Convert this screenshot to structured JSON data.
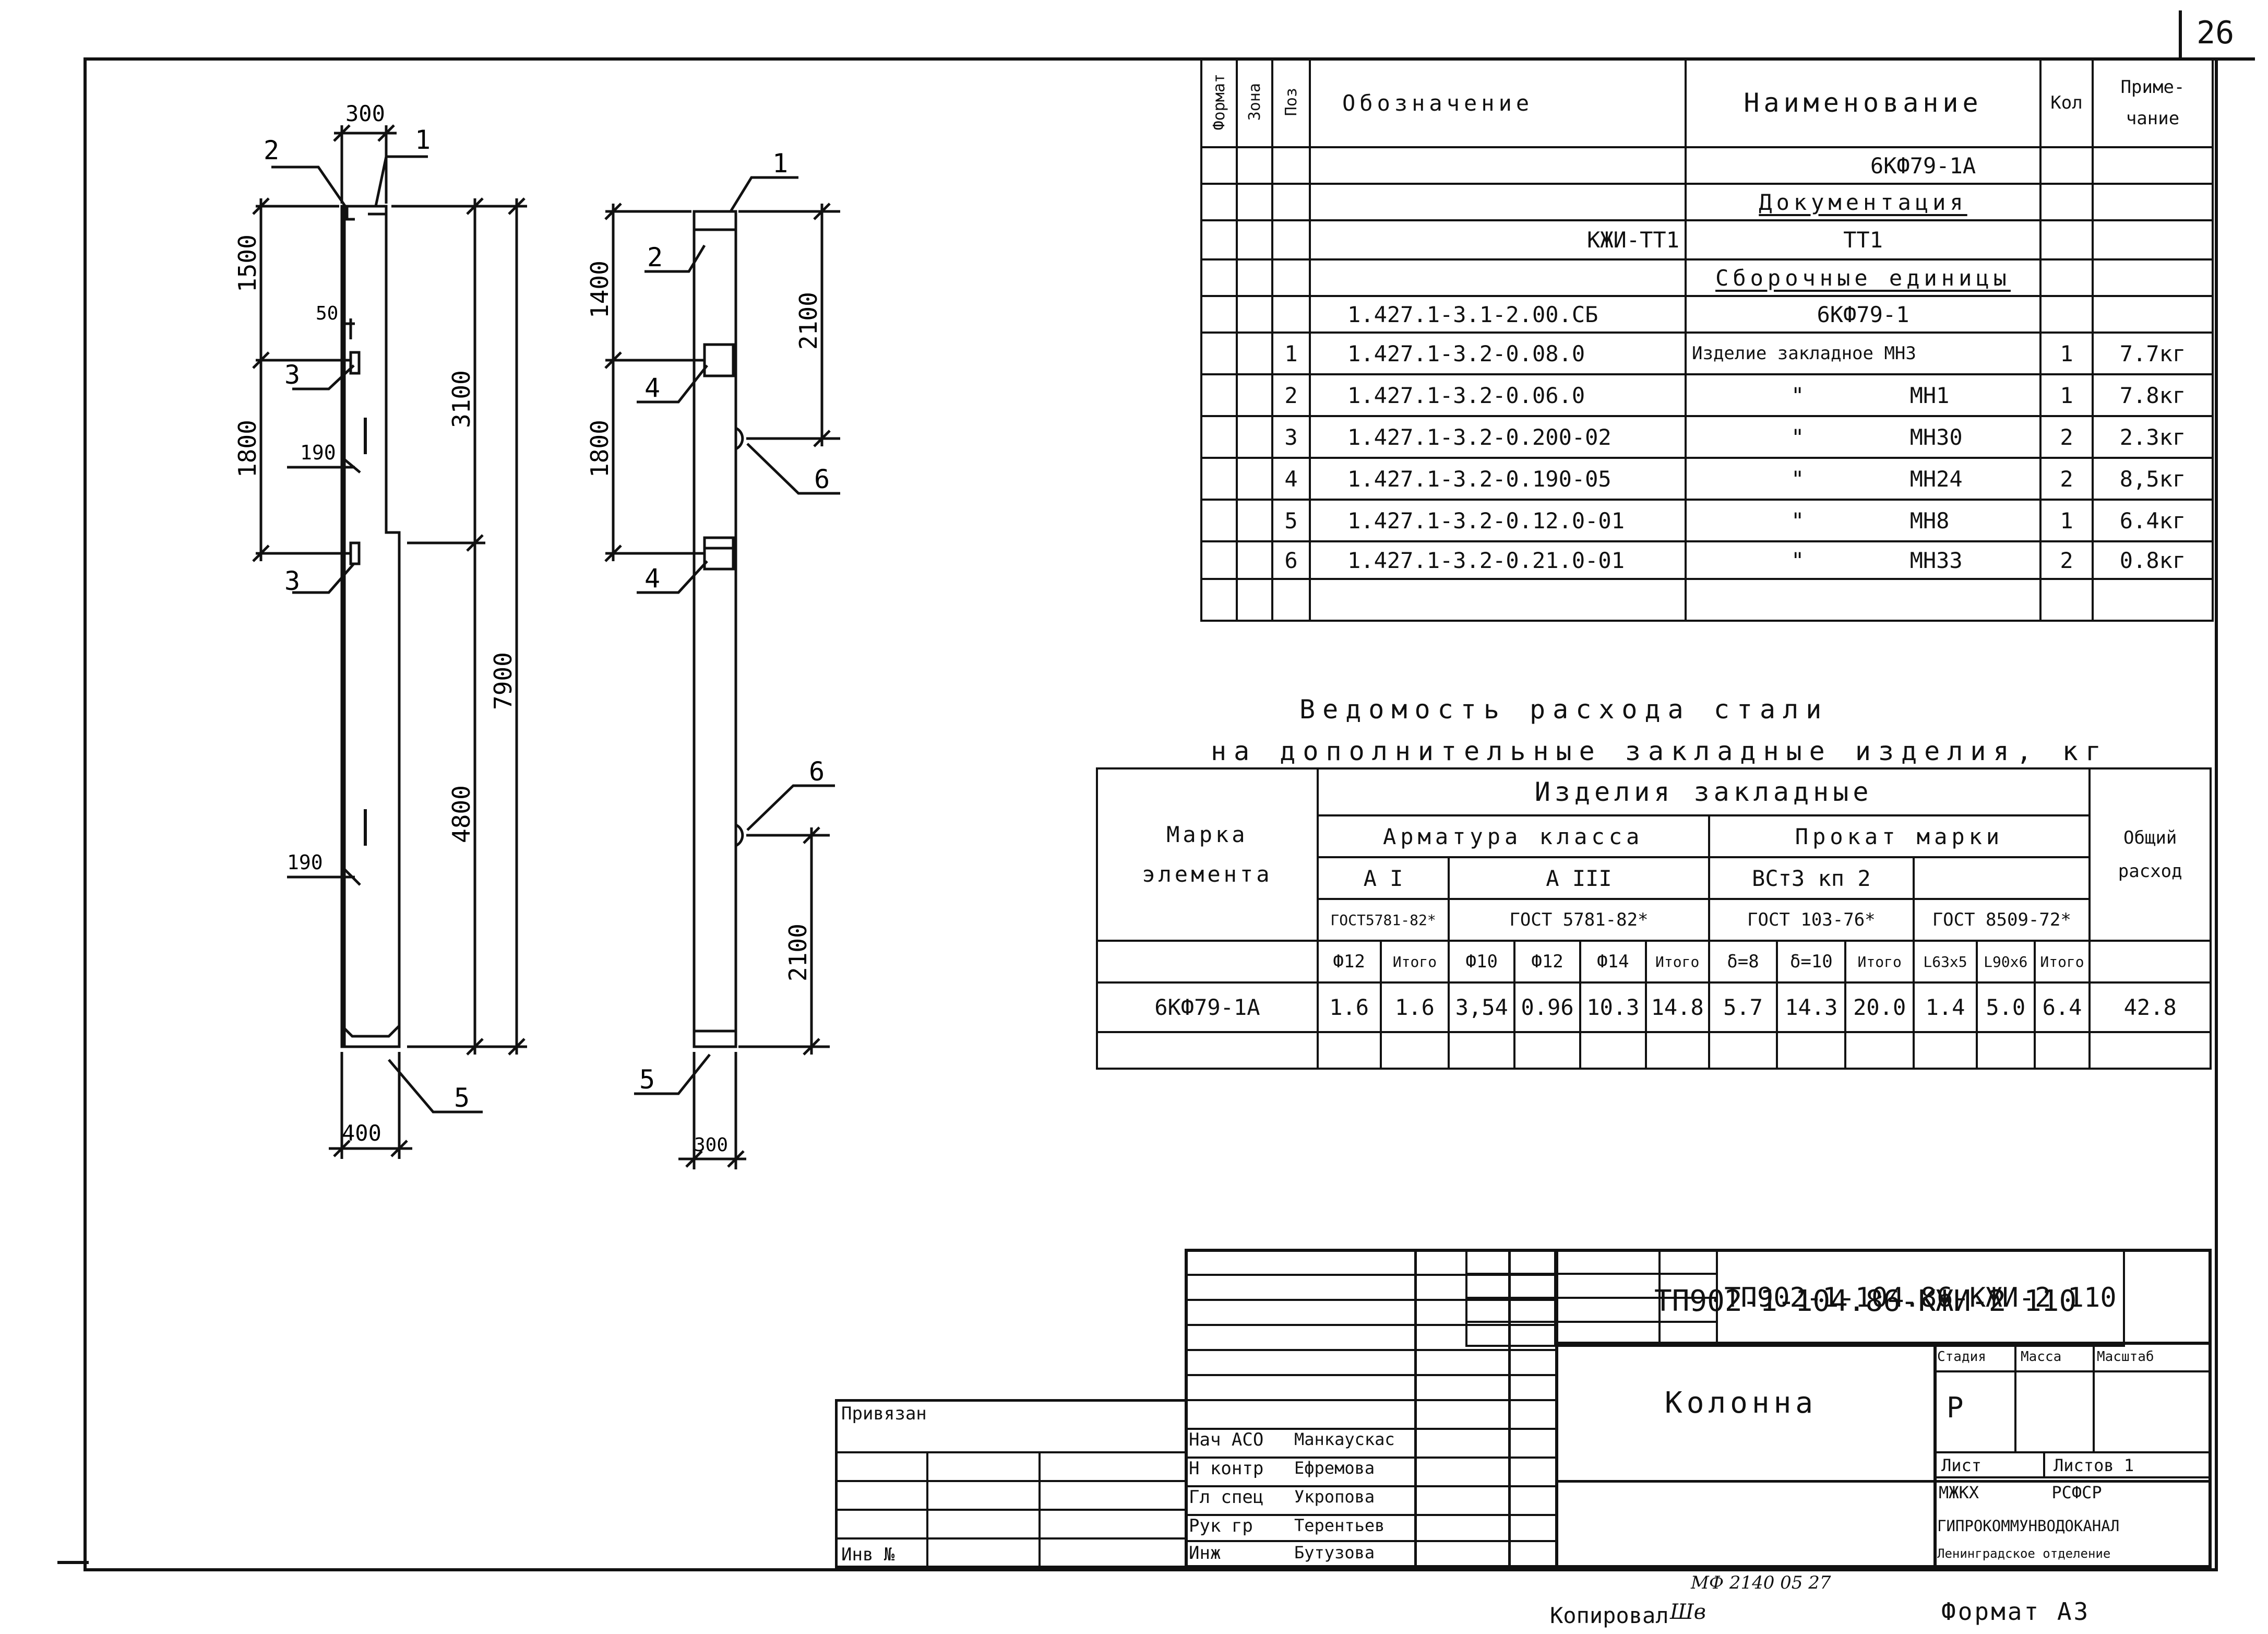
{
  "sheet": {
    "number": "26",
    "copy_label": "Копировал",
    "copy_signature": "Шв",
    "copy_code": "МФ 2140 05 27",
    "format": "Формат А3"
  },
  "spec": {
    "headers": {
      "format": "Формат",
      "zone": "Зона",
      "pos": "Поз",
      "designation": "Обозначение",
      "name": "Наименование",
      "qty": "Кол",
      "note": "Приме- чание"
    },
    "rows": [
      {
        "pos": "",
        "designation": "",
        "name": "6КФ79-1А",
        "qty": "",
        "note": "",
        "style": "right"
      },
      {
        "pos": "",
        "designation": "",
        "name": "Документация",
        "qty": "",
        "note": "",
        "style": "under"
      },
      {
        "pos": "",
        "designation": "КЖИ-ТТ1",
        "name": "ТТ1",
        "qty": "",
        "note": "",
        "style": "center"
      },
      {
        "pos": "",
        "designation": "",
        "name": "Сборочные единицы",
        "qty": "",
        "note": "",
        "style": "under"
      },
      {
        "pos": "",
        "designation": "1.427.1-3.1-2.00.СБ",
        "name": "6КФ79-1",
        "qty": "",
        "note": "",
        "style": "center"
      },
      {
        "pos": "1",
        "designation": "1.427.1-3.2-0.08.0",
        "name": "Изделие закладное МН3",
        "qty": "1",
        "note": "7.7кг",
        "style": "left"
      },
      {
        "pos": "2",
        "designation": "1.427.1-3.2-0.06.0",
        "name": "\"        МН1",
        "qty": "1",
        "note": "7.8кг",
        "style": "ditto"
      },
      {
        "pos": "3",
        "designation": "1.427.1-3.2-0.200-02",
        "name": "\"        МН30",
        "qty": "2",
        "note": "2.3кг",
        "style": "ditto"
      },
      {
        "pos": "4",
        "designation": "1.427.1-3.2-0.190-05",
        "name": "\"        МН24",
        "qty": "2",
        "note": "8,5кг",
        "style": "ditto"
      },
      {
        "pos": "5",
        "designation": "1.427.1-3.2-0.12.0-01",
        "name": "\"        МН8",
        "qty": "1",
        "note": "6.4кг",
        "style": "ditto"
      },
      {
        "pos": "6",
        "designation": "1.427.1-3.2-0.21.0-01",
        "name": "\"        МН33",
        "qty": "2",
        "note": "0.8кг",
        "style": "ditto"
      },
      {
        "pos": "",
        "designation": "",
        "name": "",
        "qty": "",
        "note": "",
        "style": "left"
      }
    ]
  },
  "steel": {
    "title1": "Ведомость расхода стали",
    "title2": "на дополнительные закладные изделия, кг",
    "mark_label": "Марка элемента",
    "items_label": "Изделия закладные",
    "total_label": "Общий расход",
    "arm_label": "Арматура класса",
    "prokat_label": "Прокат марки",
    "ai": "А I",
    "aiii": "А III",
    "vst": "ВСт3 кп 2",
    "gost1": "ГОСТ5781-82*",
    "gost2": "ГОСТ 5781-82*",
    "gost3": "ГОСТ 103-76*",
    "gost4": "ГОСТ 8509-72*",
    "cols": [
      "Ф12",
      "Итого",
      "Ф10",
      "Ф12",
      "Ф14",
      "Итого",
      "δ=8",
      "δ=10",
      "Итого",
      "L63х5",
      "L90х6",
      "Итого"
    ],
    "row": {
      "mark": "6КФ79-1А",
      "values": [
        "1.6",
        "1.6",
        "3,54",
        "0.96",
        "10.3",
        "14.8",
        "5.7",
        "14.3",
        "20.0",
        "1.4",
        "5.0",
        "6.4"
      ],
      "total": "42.8"
    }
  },
  "stamp": {
    "code": "ТП902-1-104.86-КЖИ-2 110",
    "name": "Колонна",
    "stage_label": "Стадия",
    "mass_label": "Масса",
    "scale_label": "Масштаб",
    "stage": "Р",
    "sheet_label": "Лист",
    "sheets_label": "Листов 1",
    "org1": "МЖКХ РСФСР",
    "org2": "ГИПРОКОММУНВОДОКАНАЛ",
    "org3": "Ленинградское отделение",
    "bound_label": "Привязан",
    "inv_label": "Инв №",
    "people": [
      {
        "role": "Нач АСО",
        "name": "Манкаускас"
      },
      {
        "role": "Н контр",
        "name": "Ефремова"
      },
      {
        "role": "Гл спец",
        "name": "Укропова"
      },
      {
        "role": "Рук гр",
        "name": "Терентьев"
      },
      {
        "role": "Инж",
        "name": "Бутузова"
      }
    ]
  },
  "drawing": {
    "left": {
      "top_width": "300",
      "bottom_width": "400",
      "d1500": "1500",
      "d1800": "1800",
      "d3100": "3100",
      "d7900": "7900",
      "d4800": "4800",
      "d50": "50",
      "d190a": "190",
      "d190b": "190",
      "l1": "1",
      "l2": "2",
      "l3a": "3",
      "l3b": "3",
      "l5": "5",
      "section": "I"
    },
    "right": {
      "bottom_width": "300",
      "d1400": "1400",
      "d1800": "1800",
      "d2100a": "2100",
      "d2100b": "2100",
      "l1": "1",
      "l2": "2",
      "l4a": "4",
      "l4b": "4",
      "l6a": "6",
      "l6b": "6",
      "l5": "5"
    }
  }
}
